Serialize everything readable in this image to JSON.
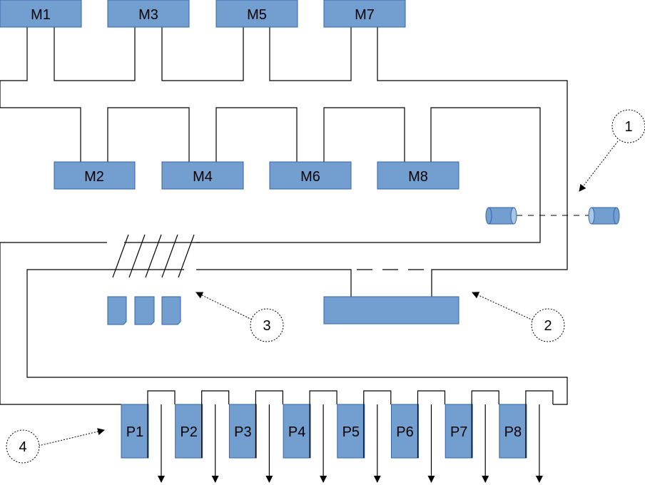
{
  "modules_top": [
    "M1",
    "M3",
    "M5",
    "M7"
  ],
  "modules_bottom": [
    "M2",
    "M4",
    "M6",
    "M8"
  ],
  "ports": [
    "P1",
    "P2",
    "P3",
    "P4",
    "P5",
    "P6",
    "P7",
    "P8"
  ],
  "callouts": [
    "1",
    "2",
    "3",
    "4"
  ],
  "colors": {
    "box_fill": "#729fcf",
    "box_stroke": "#3465a4",
    "line": "#000000"
  }
}
